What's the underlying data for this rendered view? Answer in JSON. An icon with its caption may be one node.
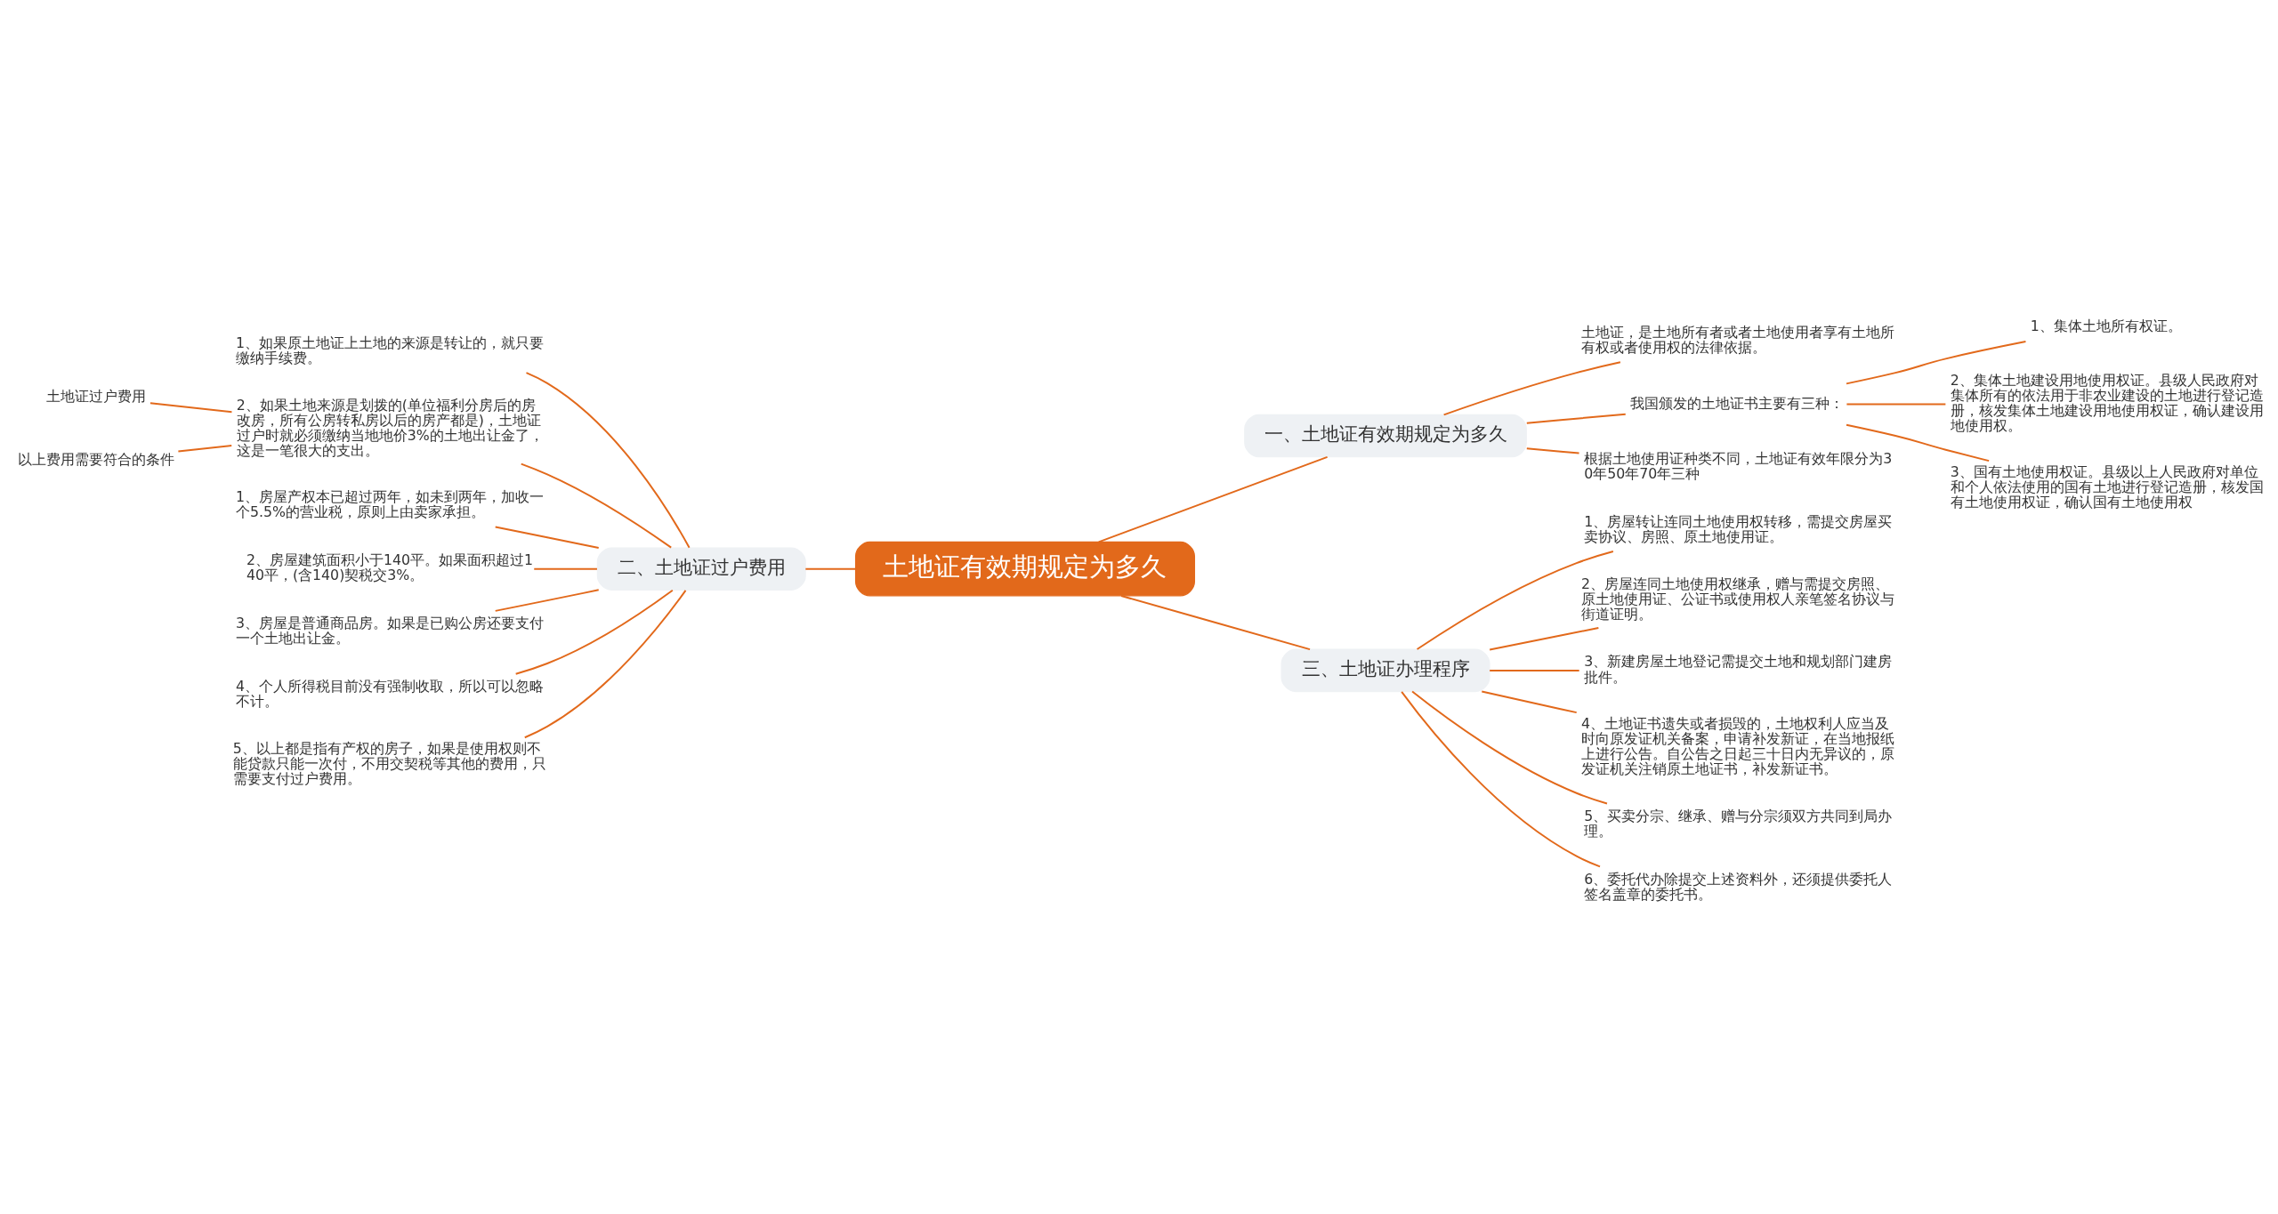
{
  "diagram": {
    "nodes": [
      {
        "text": [
          "土地证有效期规定为多久"
        ]
      },
      {
        "text": [
          "一、土地证有效期规定为多久"
        ]
      },
      {
        "text": [
          "土地证，是土地所有者或者土地使用者享有土地所有权或者使用权的法律依据。"
        ]
      },
      {
        "text": [
          "我国颁发的土地证书主要有三种："
        ]
      },
      {
        "text": [
          "1、集体土地所有权证。"
        ]
      },
      {
        "text": [
          "2、集体土地建设用地使用权证。县级人民政府对集体所有的依法用于非农业建设的土地进行登记造册，核发集体土地建设用地使用权证，确认建设用地使用权。"
        ]
      },
      {
        "text": [
          "3、国有土地使用权证。县级以上人民政府对单位和个人依法使用的国有土地进行登记造册，核发国有土地使用权证，确认国有土地使用权"
        ]
      },
      {
        "text": [
          "根据土地使用证种类不同，土地证有效年限分为30年50年70年三种"
        ]
      },
      {
        "text": [
          "二、土地证过户费用"
        ]
      },
      {
        "text": [
          "1、如果原土地证上土地的来源是转让的，就只要缴纳手续费。"
        ]
      },
      {
        "text": [
          "2、如果土地来源是划拨的(单位福利分房后的房改房，所有公房转私房以后的房产都是)，土地证过户时就必须缴纳当地地价3%的土地出让金了，这是一笔很大的支出。"
        ]
      },
      {
        "text": [
          "土地证过户费用"
        ]
      },
      {
        "text": [
          "以上费用需要符合的条件"
        ]
      },
      {
        "text": [
          "1、房屋产权本已超过两年，如未到两年，加收一个5.5%的营业税，原则上由卖家承担。"
        ]
      },
      {
        "text": [
          "2、房屋建筑面积小于140平。如果面积超过140平，(含140)契税交3%。"
        ]
      },
      {
        "text": [
          "3、房屋是普通商品房。如果是已购公房还要支付一个土地出让金。"
        ]
      },
      {
        "text": [
          "4、个人所得税目前没有强制收取，所以可以忽略不计。"
        ]
      },
      {
        "text": [
          "5、以上都是指有产权的房子，如果是使用权则不能贷款只能一次付，不用交契税等其他的费用，只需要支付过户费用。"
        ]
      },
      {
        "text": [
          "三、土地证办理程序"
        ]
      },
      {
        "text": [
          "1、房屋转让连同土地使用权转移，需提交房屋买卖协议、房照、原土地使用证。"
        ]
      },
      {
        "text": [
          "2、房屋连同土地使用权继承，赠与需提交房照、原土地使用证、公证书或使用权人亲笔签名协议与街道证明。"
        ]
      },
      {
        "text": [
          "3、新建房屋土地登记需提交土地和规划部门建房批件。"
        ]
      },
      {
        "text": [
          "4、土地证书遗失或者损毁的，土地权利人应当及时向原发证机关备案，申请补发新证，在当地报纸上进行公告。自公告之日起三十日内无异议的，原发证机关注销原土地证书，补发新证书。"
        ]
      },
      {
        "text": [
          "5、买卖分宗、继承、赠与分宗须双方共同到局办理。"
        ]
      },
      {
        "text": [
          "6、委托代办除提交上述资料外，还须提供委托人签名盖章的委托书。"
        ]
      }
    ],
    "edges": [
      {
        "from": 0,
        "to": 1,
        "arrow": "none"
      },
      {
        "from": 1,
        "to": 2,
        "arrow": "none"
      },
      {
        "from": 1,
        "to": 3,
        "arrow": "none"
      },
      {
        "from": 3,
        "to": 4,
        "arrow": "none"
      },
      {
        "from": 3,
        "to": 5,
        "arrow": "none"
      },
      {
        "from": 3,
        "to": 6,
        "arrow": "none"
      },
      {
        "from": 1,
        "to": 7,
        "arrow": "none"
      },
      {
        "from": 0,
        "to": 8,
        "arrow": "none"
      },
      {
        "from": 8,
        "to": 9,
        "arrow": "none"
      },
      {
        "from": 8,
        "to": 10,
        "arrow": "none"
      },
      {
        "from": 10,
        "to": 11,
        "arrow": "none"
      },
      {
        "from": 10,
        "to": 12,
        "arrow": "none"
      },
      {
        "from": 8,
        "to": 13,
        "arrow": "none"
      },
      {
        "from": 8,
        "to": 14,
        "arrow": "none"
      },
      {
        "from": 8,
        "to": 15,
        "arrow": "none"
      },
      {
        "from": 8,
        "to": 16,
        "arrow": "none"
      },
      {
        "from": 8,
        "to": 17,
        "arrow": "none"
      },
      {
        "from": 0,
        "to": 18,
        "arrow": "none"
      },
      {
        "from": 18,
        "to": 19,
        "arrow": "none"
      },
      {
        "from": 18,
        "to": 20,
        "arrow": "none"
      },
      {
        "from": 18,
        "to": 21,
        "arrow": "none"
      },
      {
        "from": 18,
        "to": 22,
        "arrow": "none"
      },
      {
        "from": 18,
        "to": 23,
        "arrow": "none"
      },
      {
        "from": 18,
        "to": 24,
        "arrow": "none"
      }
    ]
  }
}
